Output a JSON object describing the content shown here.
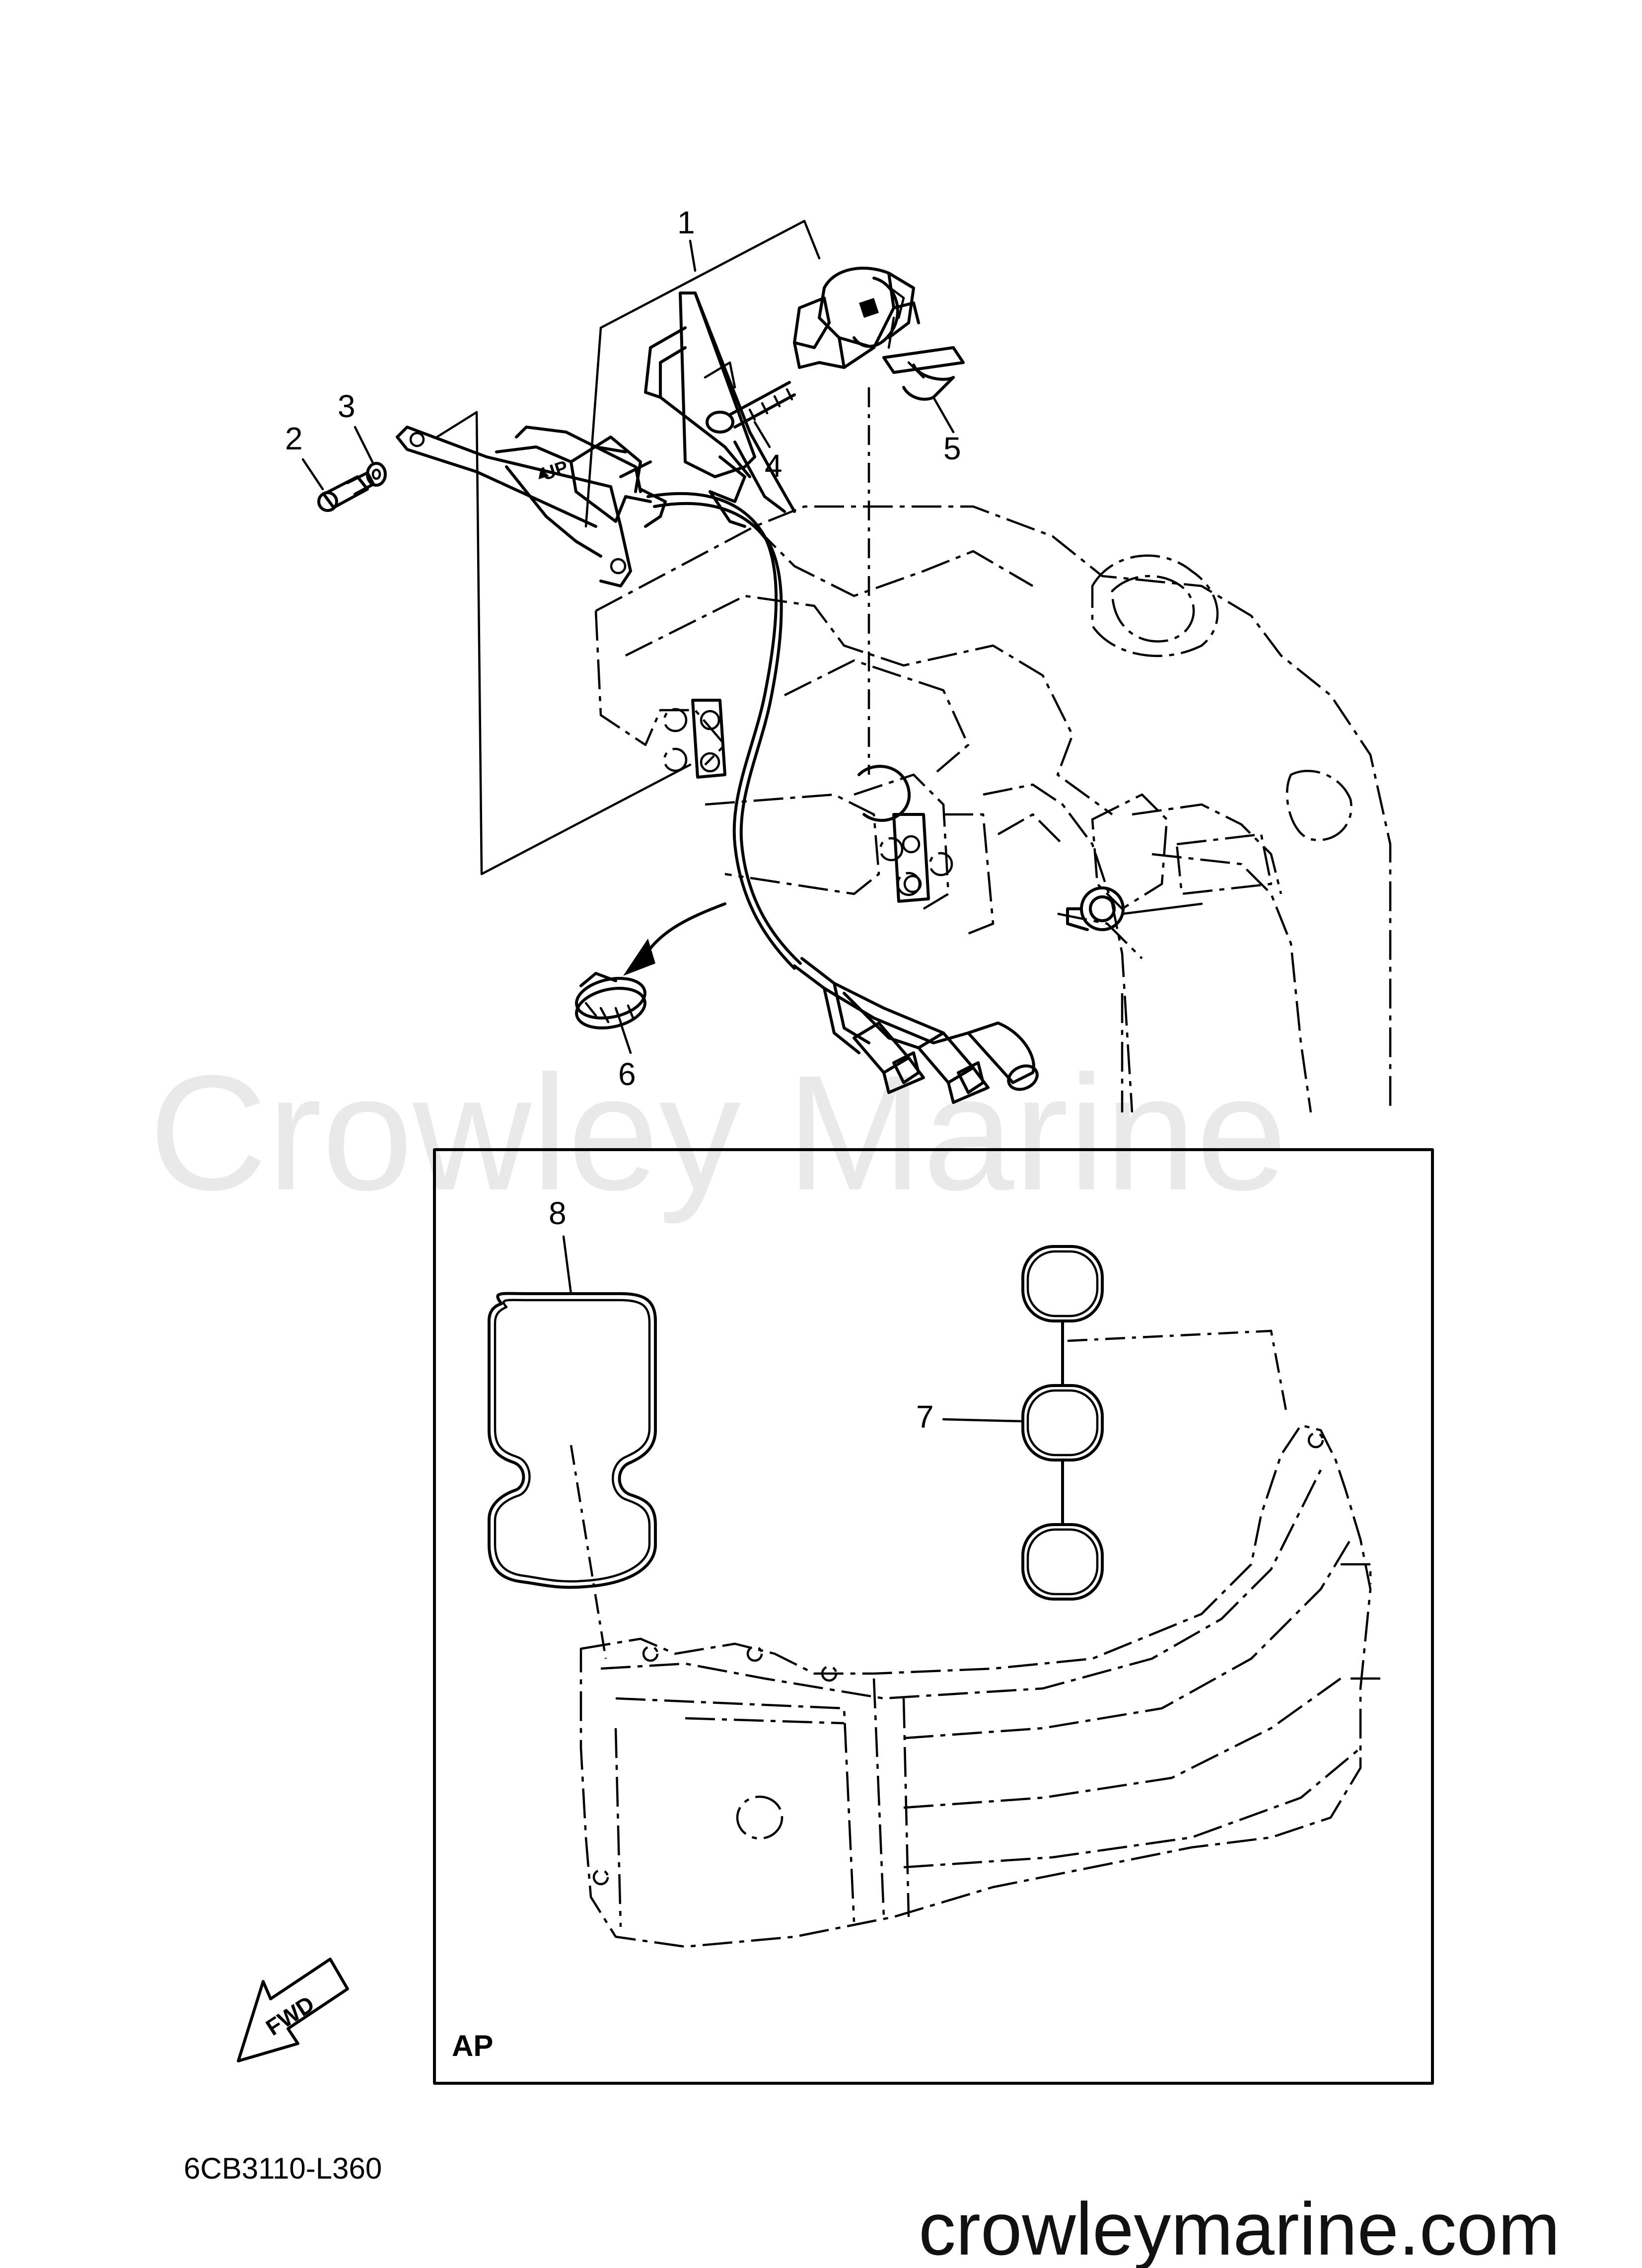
{
  "watermark": "Crowley Marine",
  "website": "crowleymarine.com",
  "drawing_code": "6CB3110-L360",
  "box_label": "AP",
  "fwd_label": "FWD",
  "up_label": "UP",
  "callouts": [
    "1",
    "2",
    "3",
    "4",
    "5",
    "6",
    "7",
    "8"
  ]
}
